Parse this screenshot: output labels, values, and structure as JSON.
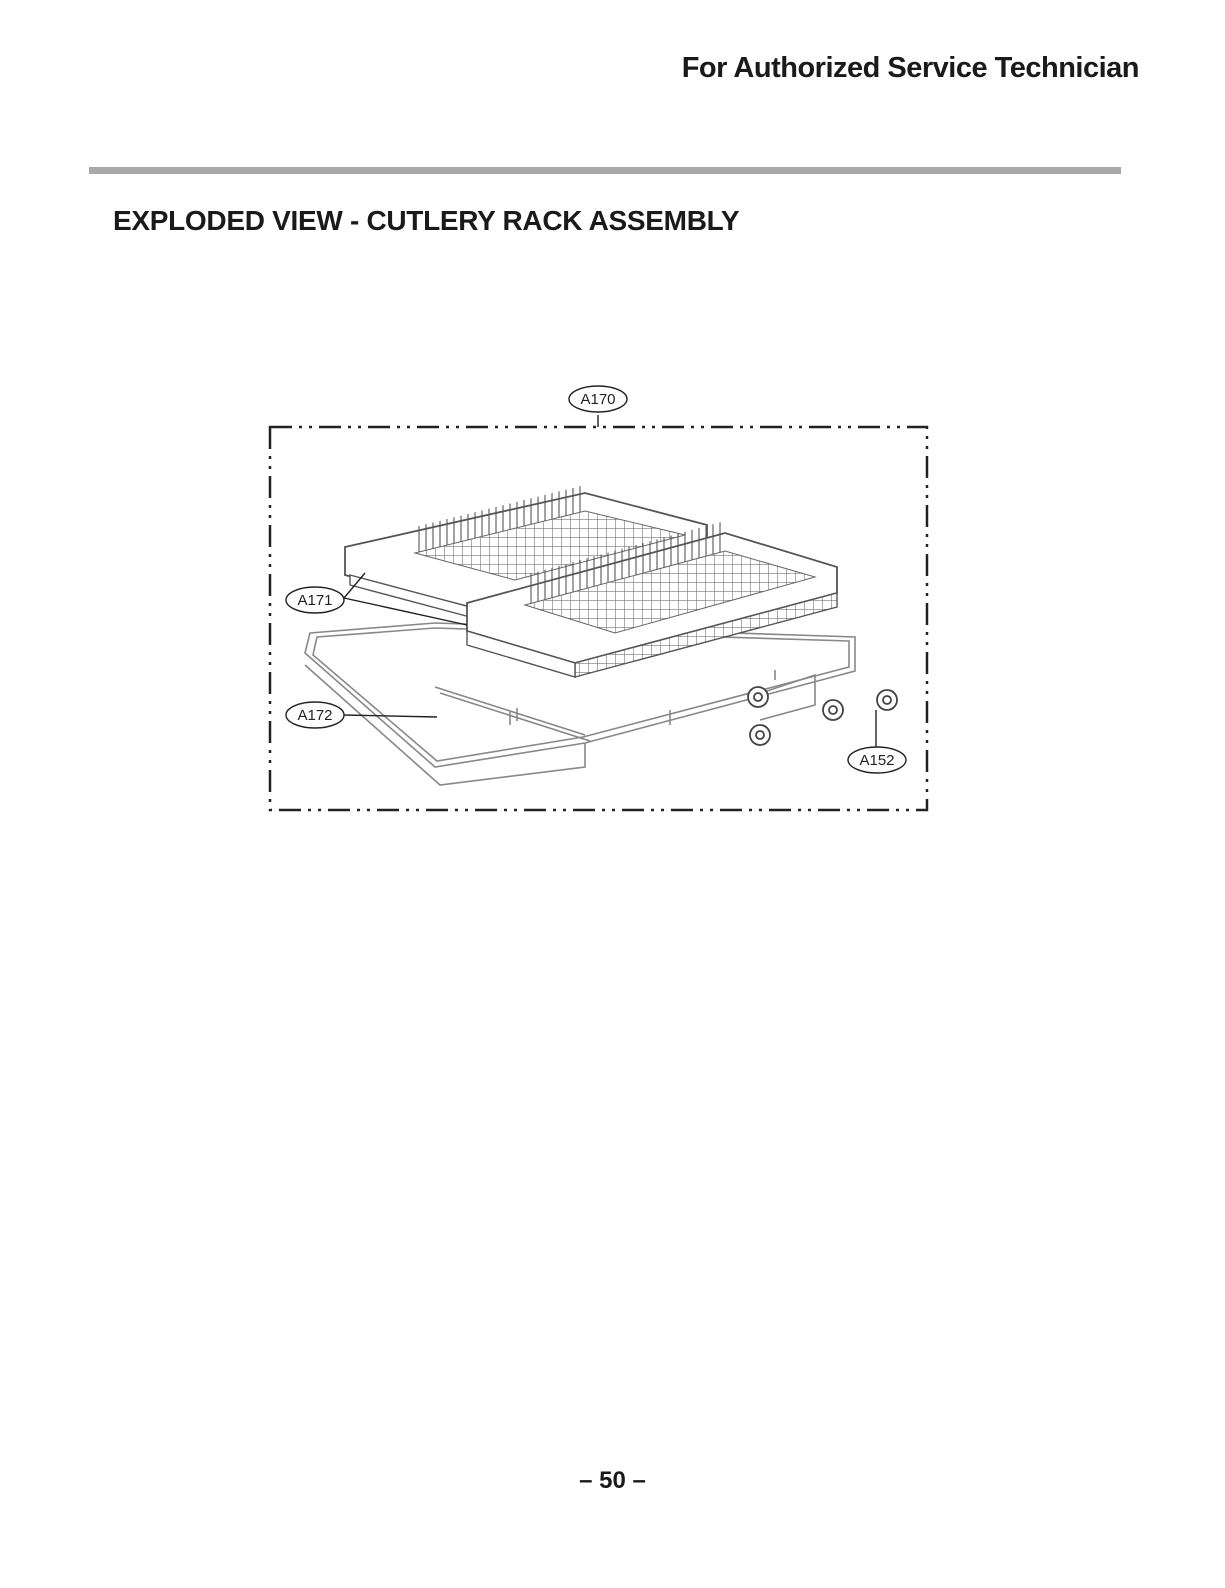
{
  "header": {
    "note": "For Authorized Service Technician"
  },
  "page": {
    "title": "EXPLODED VIEW - CUTLERY RACK ASSEMBLY",
    "number": "– 50 –"
  },
  "diagram": {
    "callouts": {
      "assembly": "A170",
      "trays": "A171",
      "frame": "A172",
      "rollers": "A152"
    }
  }
}
